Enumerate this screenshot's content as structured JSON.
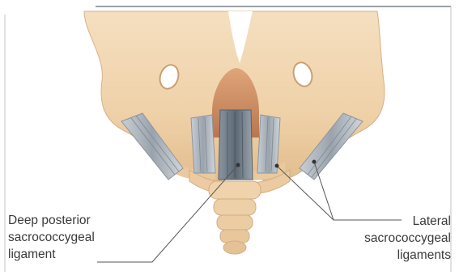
{
  "labels": {
    "deep_posterior": {
      "line1": "Deep posterior",
      "line2": "sacrococcygeal",
      "line3": "ligament"
    },
    "lateral": {
      "line1": "Lateral",
      "line2": "sacrococcygeal",
      "line3": "ligaments"
    }
  },
  "colors": {
    "bone": "#efd3ae",
    "bone_shadow": "#d9b489",
    "ligament": "#b9bfc6",
    "ligament_dark": "#6e7a86",
    "frame": "#b8b8b8",
    "leader": "#555555"
  }
}
